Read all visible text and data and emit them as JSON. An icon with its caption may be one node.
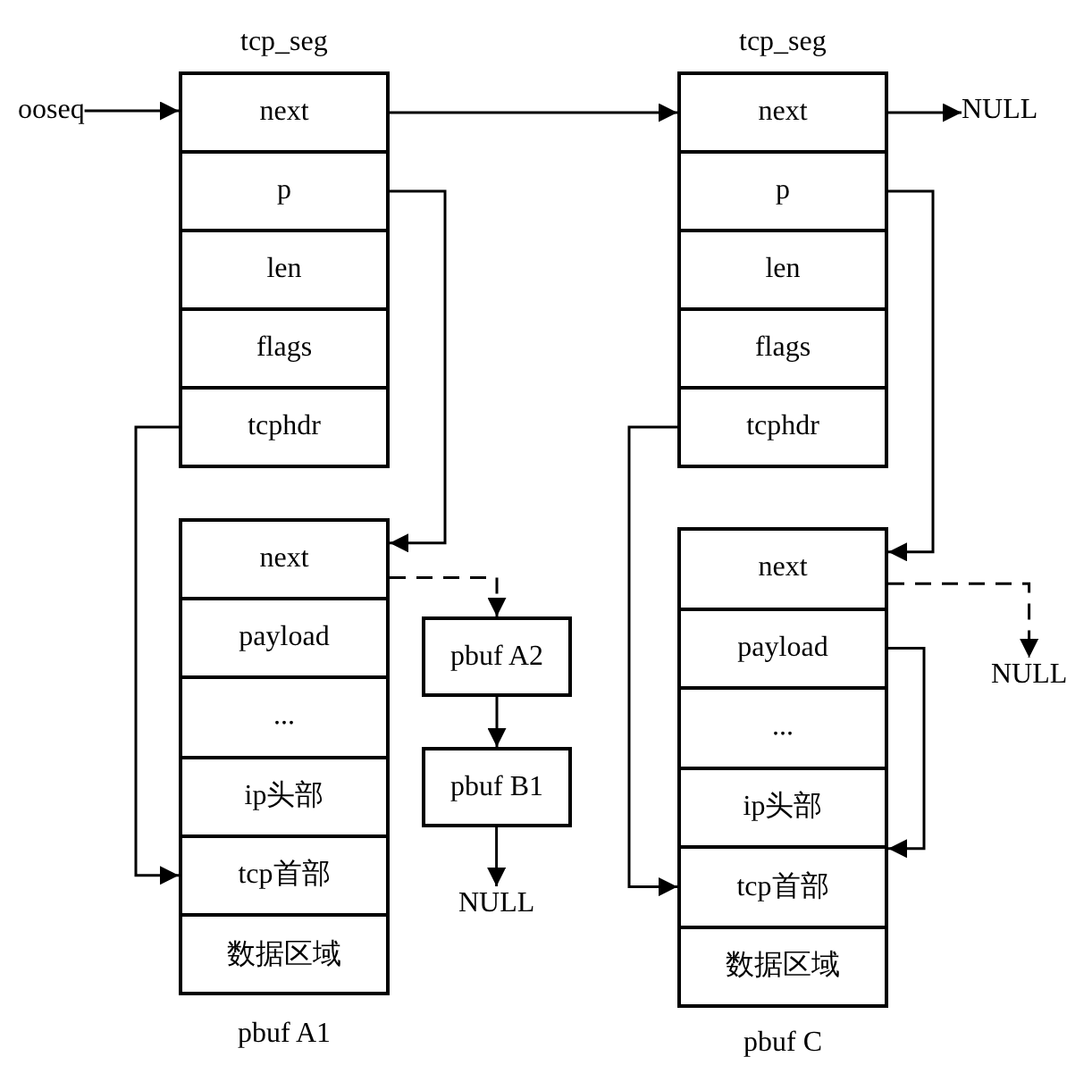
{
  "diagram": {
    "nodes": [
      {
        "text": [
          "ooseq"
        ]
      },
      {
        "text": [
          "tcp_seg"
        ]
      },
      {
        "text": [
          "next"
        ],
        "in": 1
      },
      {
        "text": [
          "p"
        ],
        "in": 1
      },
      {
        "text": [
          "len"
        ],
        "in": 1
      },
      {
        "text": [
          "flags"
        ],
        "in": 1
      },
      {
        "text": [
          "tcphdr"
        ],
        "in": 1
      },
      {
        "text": [
          "tcp_seg"
        ]
      },
      {
        "text": [
          "next"
        ],
        "in": 7
      },
      {
        "text": [
          "p"
        ],
        "in": 7
      },
      {
        "text": [
          "len"
        ],
        "in": 7
      },
      {
        "text": [
          "flags"
        ],
        "in": 7
      },
      {
        "text": [
          "tcphdr"
        ],
        "in": 7
      },
      {
        "text": [
          "NULL"
        ]
      },
      {
        "text": [
          "pbuf A1"
        ]
      },
      {
        "text": [
          "next"
        ],
        "in": 14
      },
      {
        "text": [
          "payload"
        ],
        "in": 14
      },
      {
        "text": [
          "..."
        ],
        "in": 14
      },
      {
        "text": [
          "ip头部"
        ],
        "in": 14
      },
      {
        "text": [
          "tcp首部"
        ],
        "in": 14
      },
      {
        "text": [
          "数据区域"
        ],
        "in": 14
      },
      {
        "text": [
          "pbuf A2"
        ]
      },
      {
        "text": [
          "pbuf B1"
        ]
      },
      {
        "text": [
          "NULL"
        ]
      },
      {
        "text": [
          "pbuf C"
        ]
      },
      {
        "text": [
          "next"
        ],
        "in": 24
      },
      {
        "text": [
          "payload"
        ],
        "in": 24
      },
      {
        "text": [
          "..."
        ],
        "in": 24
      },
      {
        "text": [
          "ip头部"
        ],
        "in": 24
      },
      {
        "text": [
          "tcp首部"
        ],
        "in": 24
      },
      {
        "text": [
          "数据区域"
        ],
        "in": 24
      },
      {
        "text": [
          "NULL"
        ]
      }
    ],
    "edges": [
      {
        "from": 0,
        "to": 2,
        "arrow": "to"
      },
      {
        "from": 2,
        "to": 8,
        "arrow": "to"
      },
      {
        "from": 8,
        "to": 13,
        "arrow": "to"
      },
      {
        "from": 3,
        "to": 15,
        "arrow": "to"
      },
      {
        "from": 6,
        "to": 19,
        "arrow": "to"
      },
      {
        "from": 15,
        "to": 21,
        "arrow": "to",
        "style": "dashed"
      },
      {
        "from": 21,
        "to": 22,
        "arrow": "to"
      },
      {
        "from": 22,
        "to": 23,
        "arrow": "to"
      },
      {
        "from": 9,
        "to": 25,
        "arrow": "to"
      },
      {
        "from": 12,
        "to": 29,
        "arrow": "to"
      },
      {
        "from": 25,
        "to": 31,
        "arrow": "to",
        "style": "dashed"
      },
      {
        "from": 26,
        "to": 29,
        "arrow": "to"
      }
    ]
  }
}
